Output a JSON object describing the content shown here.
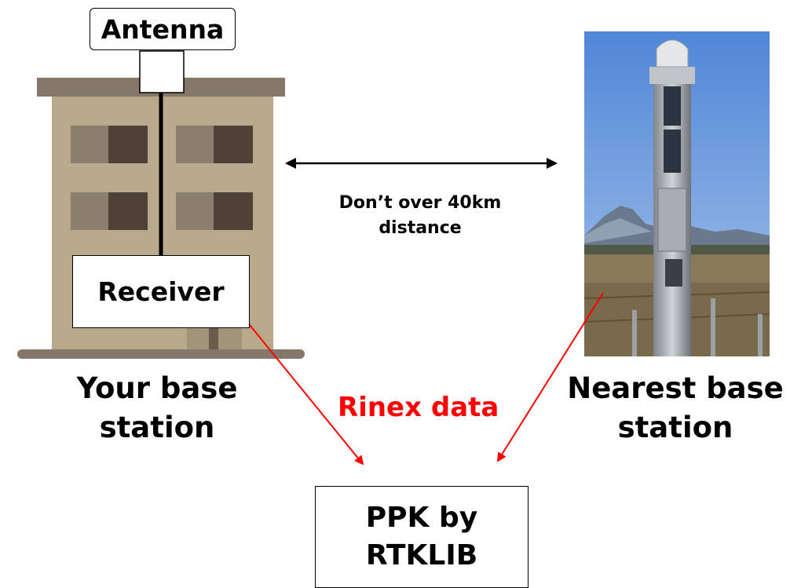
{
  "labels": {
    "antenna": "Antenna",
    "receiver": "Receiver",
    "your_base": "Your base station",
    "nearest_base": "Nearest base station",
    "distance_note": "Don’t over 40km distance",
    "rinex": "Rinex data",
    "ppk": "PPK by RTKLIB"
  },
  "colors": {
    "building_body": "#b9a98b",
    "building_roof": "#85776a",
    "window_light": "#8a7f6f",
    "window_dark": "#4d4235",
    "arrow_red": "#ff0000",
    "sky": "#6f9bdc"
  }
}
